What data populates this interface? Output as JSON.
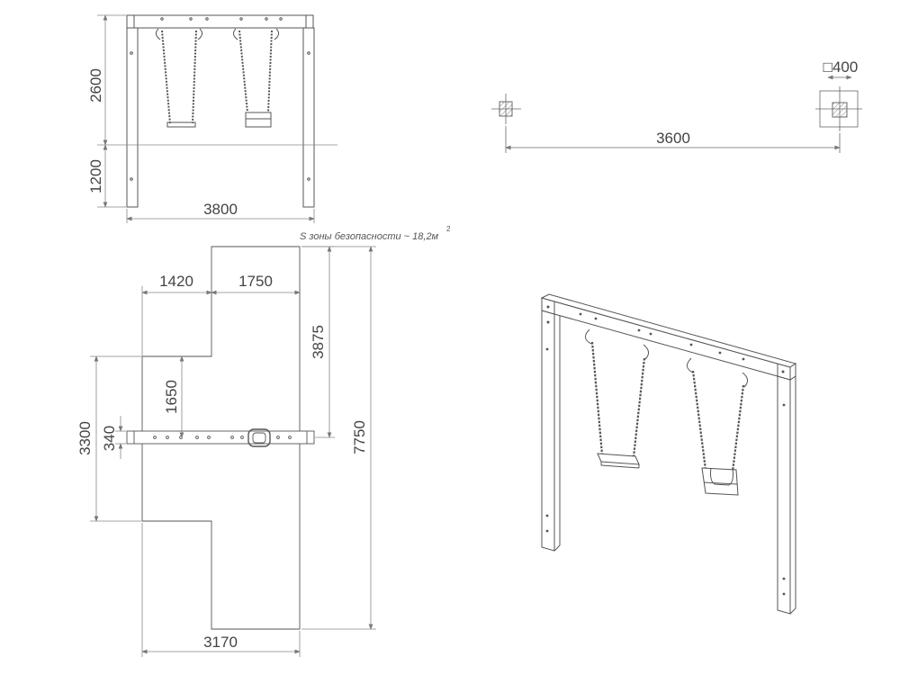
{
  "drawing": {
    "front_view": {
      "dim_height_upper": "2600",
      "dim_height_lower": "1200",
      "dim_width": "3800"
    },
    "top_view": {
      "dim_spacing": "3600",
      "dim_post": "□400"
    },
    "plan_view": {
      "safety_zone_note": "S зоны безопасности ~ 18,2м",
      "safety_zone_note_sup": "2",
      "dim_left_offset": "1420",
      "dim_right_offset": "1750",
      "dim_upper_height": "3875",
      "dim_total_height": "7750",
      "dim_zone_height": "3300",
      "dim_beam_width": "340",
      "dim_inner_height": "1650",
      "dim_bottom_width": "3170"
    }
  },
  "colors": {
    "line": "#555555",
    "dim_line": "#888888",
    "hatch": "#999999"
  }
}
